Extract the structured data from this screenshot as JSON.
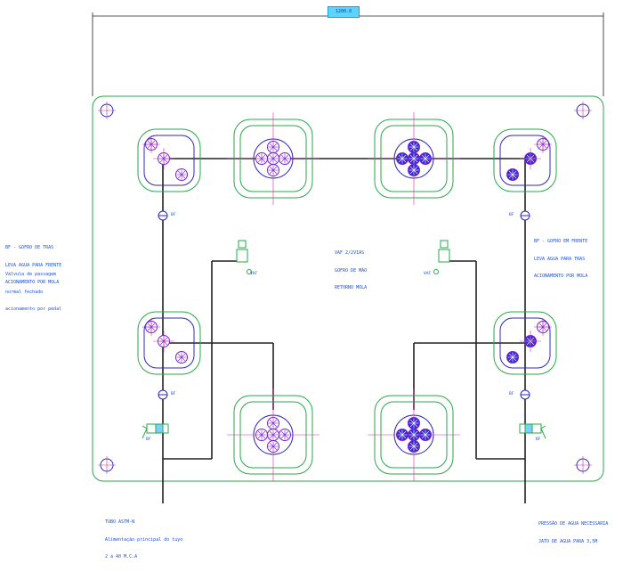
{
  "drawing": {
    "dimension_value": "1200.0",
    "notes": {
      "left_top": [
        "BF - GOFRO DE TRAS",
        "LEVA AGUA PARA FRENTE",
        "ACIONAMENTO POR MOLA"
      ],
      "left_bottom": [
        "Válvula de passagem",
        "normal fechado",
        "acionamento por pedal"
      ],
      "center": [
        "VAF 2/2VIAS",
        "GOFRO DE MÃO",
        "RETORNO MOLA"
      ],
      "right": [
        "BF - GOFRO EM FRENTE",
        "LEVA AGUA PARA TRAS",
        "ACIONAMENTO POR MOLA"
      ],
      "bottom_left": [
        "TUBO ASTM-N",
        "Alimentação principal do tuyo",
        "2 à 40 M.C.A"
      ],
      "bottom_right": [
        "PRESSÃO DE AGUA NECESSARIA",
        "JATO DE AGUA PARA 3,5M"
      ]
    },
    "valve_tags": {
      "bf_upper_left": "BF",
      "bf_lower_left": "BF",
      "bf_upper_right": "BF",
      "bf_lower_right": "BF",
      "vaf_left": "VAF",
      "vaf_right": "VAF",
      "pedal_left": "BF",
      "pedal_right": "BF"
    },
    "colors": {
      "outline": "#2aa84a",
      "inner_box": "#2b2ab8",
      "nozzle": "#7a1fd8",
      "pipe": "#222222",
      "centerline": "#d02aa8",
      "text": "#1f4fd8",
      "dim_box": "#5fd3ff"
    }
  }
}
